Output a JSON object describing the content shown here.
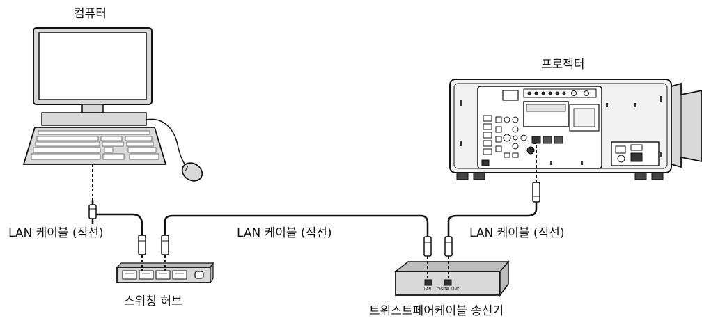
{
  "labels": {
    "computer": "컴퓨터",
    "projector": "프로젝터",
    "switching_hub": "스위칭 허브",
    "twisted_pair_transmitter": "트위스트페어케이블 송신기",
    "cable_left": "LAN 케이블 (직선)",
    "cable_middle": "LAN 케이블 (직선)",
    "cable_right": "LAN 케이블 (직선)"
  },
  "transmitter_ports": {
    "lan": "LAN",
    "digital_link": "DIGITAL LINK"
  },
  "colors": {
    "line": "#111111",
    "device_fill": "#d9d9d9",
    "device_dark": "#bdbdbd",
    "projector_fill": "#f2f2f2"
  }
}
